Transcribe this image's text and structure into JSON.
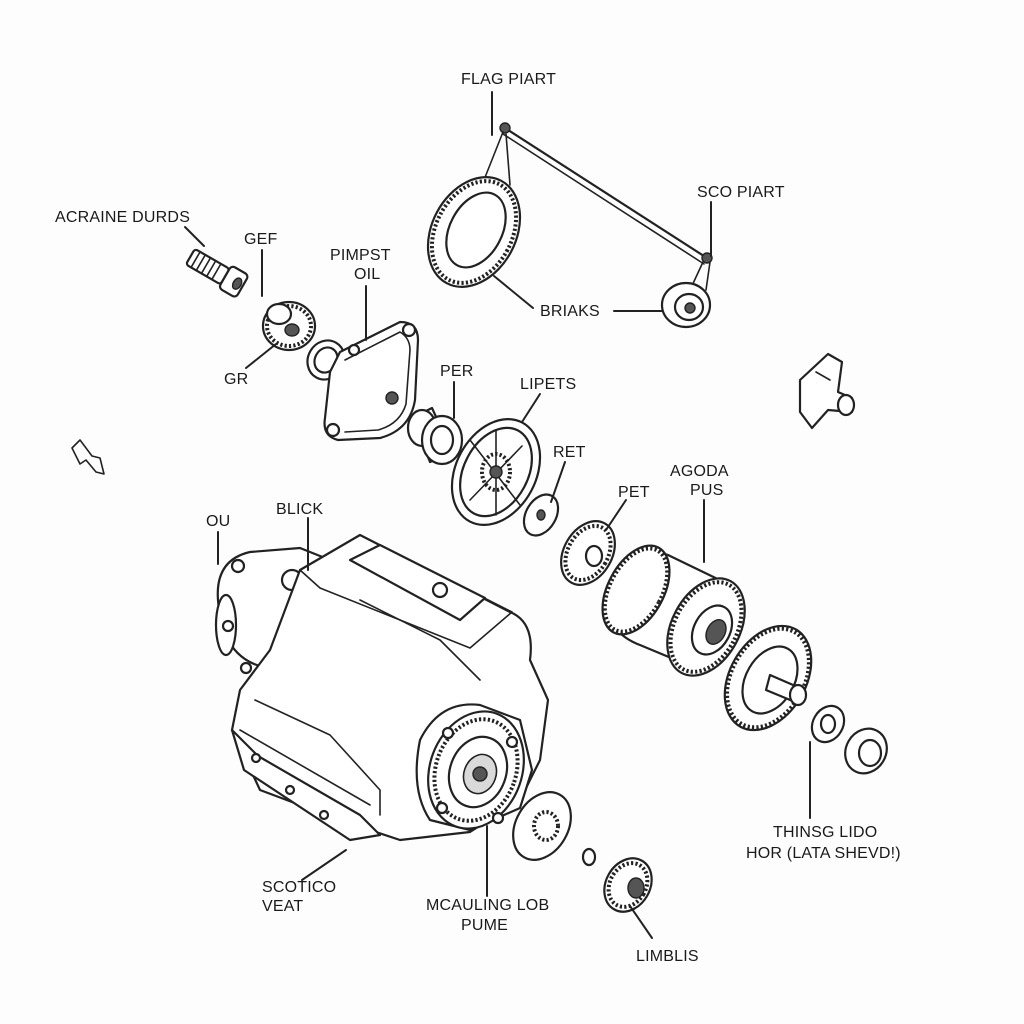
{
  "labels": {
    "flag_part": "FLAG PIART",
    "sco_part": "SCO PIART",
    "briaks": "BRIAKS",
    "acraine_durds": "ACRAINE DURDS",
    "gef": "GEF",
    "gr": "GR",
    "pimpst_line1": "PIMPST",
    "pimpst_line2": "OIL",
    "per": "PER",
    "lipets": "LIPETS",
    "ret": "RET",
    "agoda_line1": "AGODA",
    "agoda_line2": "PUS",
    "pet": "PET",
    "ou": "OU",
    "blick": "BLICK",
    "thinsg_line1": "THINSG LIDO",
    "thinsg_line2": "HOR (LATA SHEVD!)",
    "scotico_line1": "SCOTICO",
    "scotico_line2": "VEAT",
    "mcauling_line1": "MCAULING LOB",
    "mcauling_line2": "PUME",
    "limblis": "LIMBLIS"
  }
}
